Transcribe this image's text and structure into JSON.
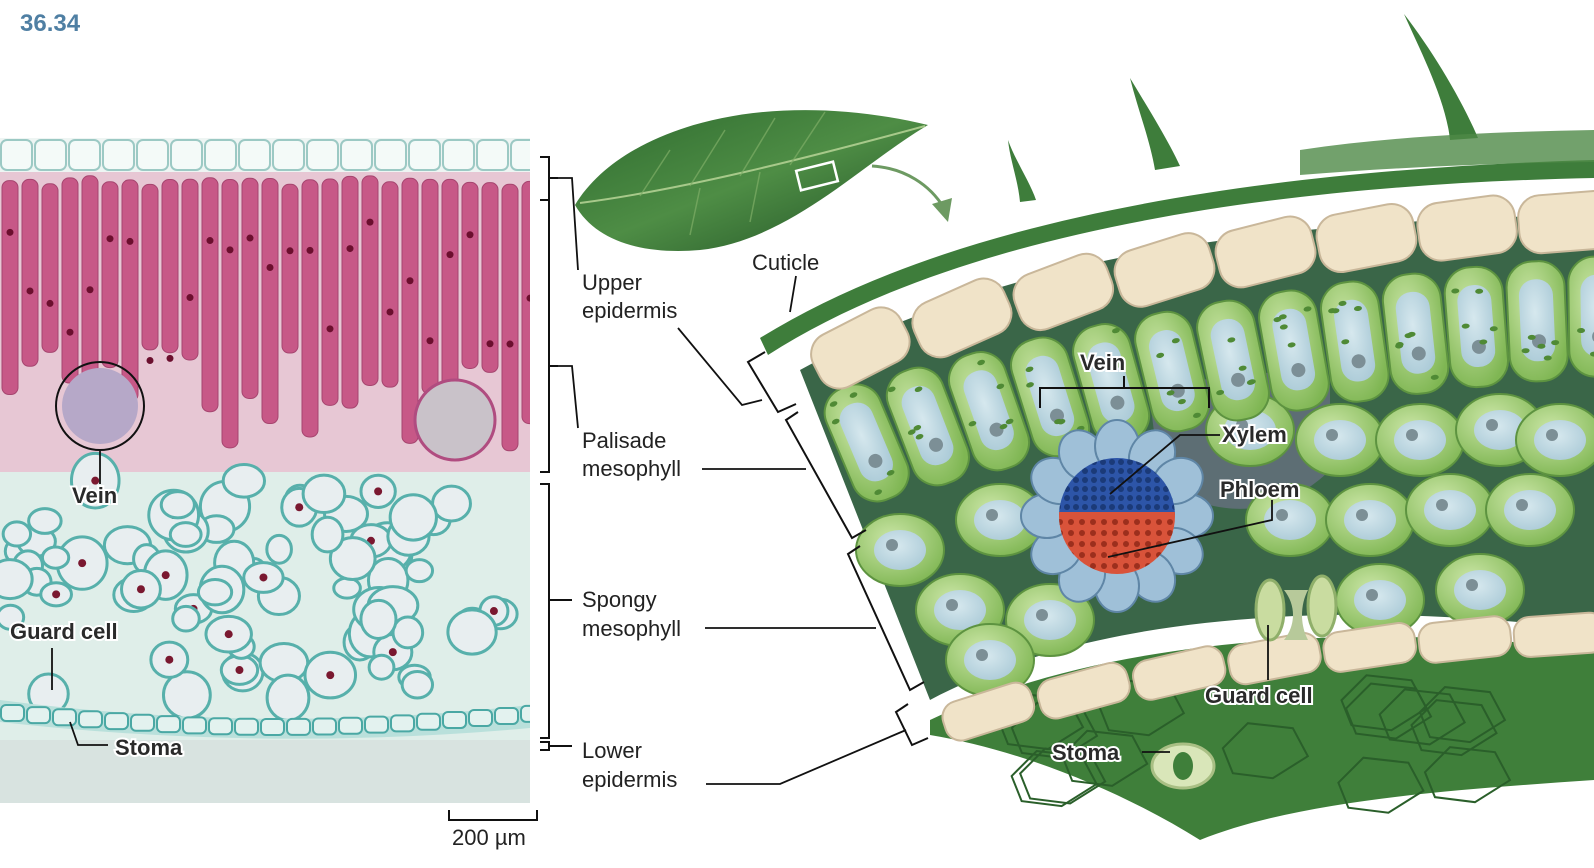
{
  "figure_number": "36.34",
  "labels": {
    "upper_epidermis": [
      "Upper",
      "epidermis"
    ],
    "palisade_mesophyll": [
      "Palisade",
      "mesophyll"
    ],
    "spongy_mesophyll": [
      "Spongy",
      "mesophyll"
    ],
    "lower_epidermis": [
      "Lower",
      "epidermis"
    ],
    "cuticle": "Cuticle",
    "vein": "Vein",
    "xylem": "Xylem",
    "phloem": "Phloem",
    "guard_cell": "Guard cell",
    "stoma": "Stoma"
  },
  "micrograph_labels": {
    "vein": "Vein",
    "guard_cell": "Guard cell",
    "stoma": "Stoma"
  },
  "scale_bar": "200 µm",
  "colors": {
    "figure_number": "#4f7fa3",
    "palisade_stain": "#c2457a",
    "spongy_stain": "#5fb3b0",
    "leaf_green": "#3f7f3a",
    "cell_green": "#9ccb6a",
    "epidermis_cream": "#f0e3c8",
    "xylem_blue": "#2d55a8",
    "phloem_red": "#d9533a",
    "bundle_sheath_blue": "#9fc0d8"
  }
}
